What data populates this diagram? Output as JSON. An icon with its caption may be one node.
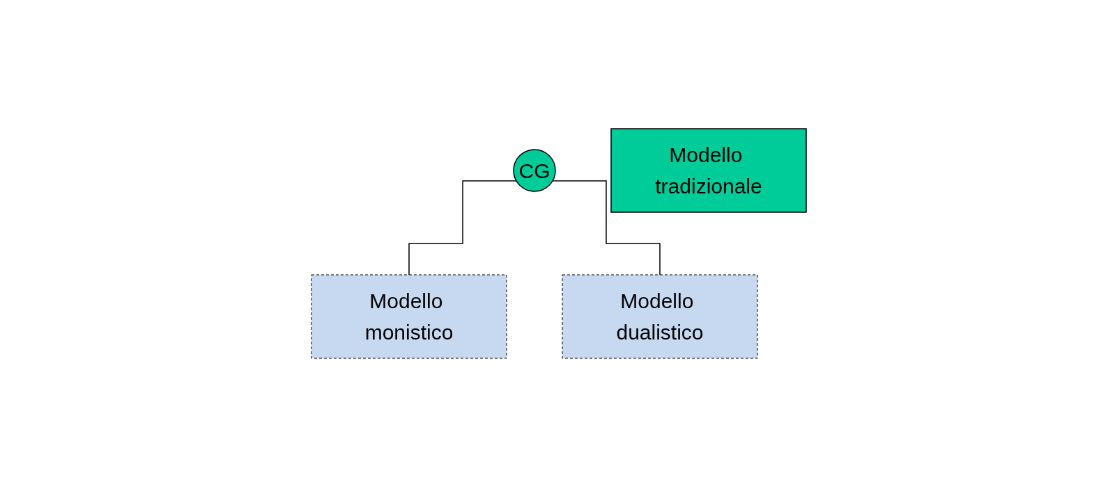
{
  "diagram": {
    "nodes": [
      {
        "text": [
          "CG"
        ]
      },
      {
        "text": [
          "Modello monistico"
        ]
      },
      {
        "text": [
          "Modello tradizionale"
        ]
      },
      {
        "text": [
          "Modello dualistico"
        ]
      }
    ],
    "edges": [
      {
        "from": 0,
        "to": 1,
        "arrow": "none"
      },
      {
        "from": 0,
        "to": 3,
        "arrow": "none"
      }
    ]
  }
}
